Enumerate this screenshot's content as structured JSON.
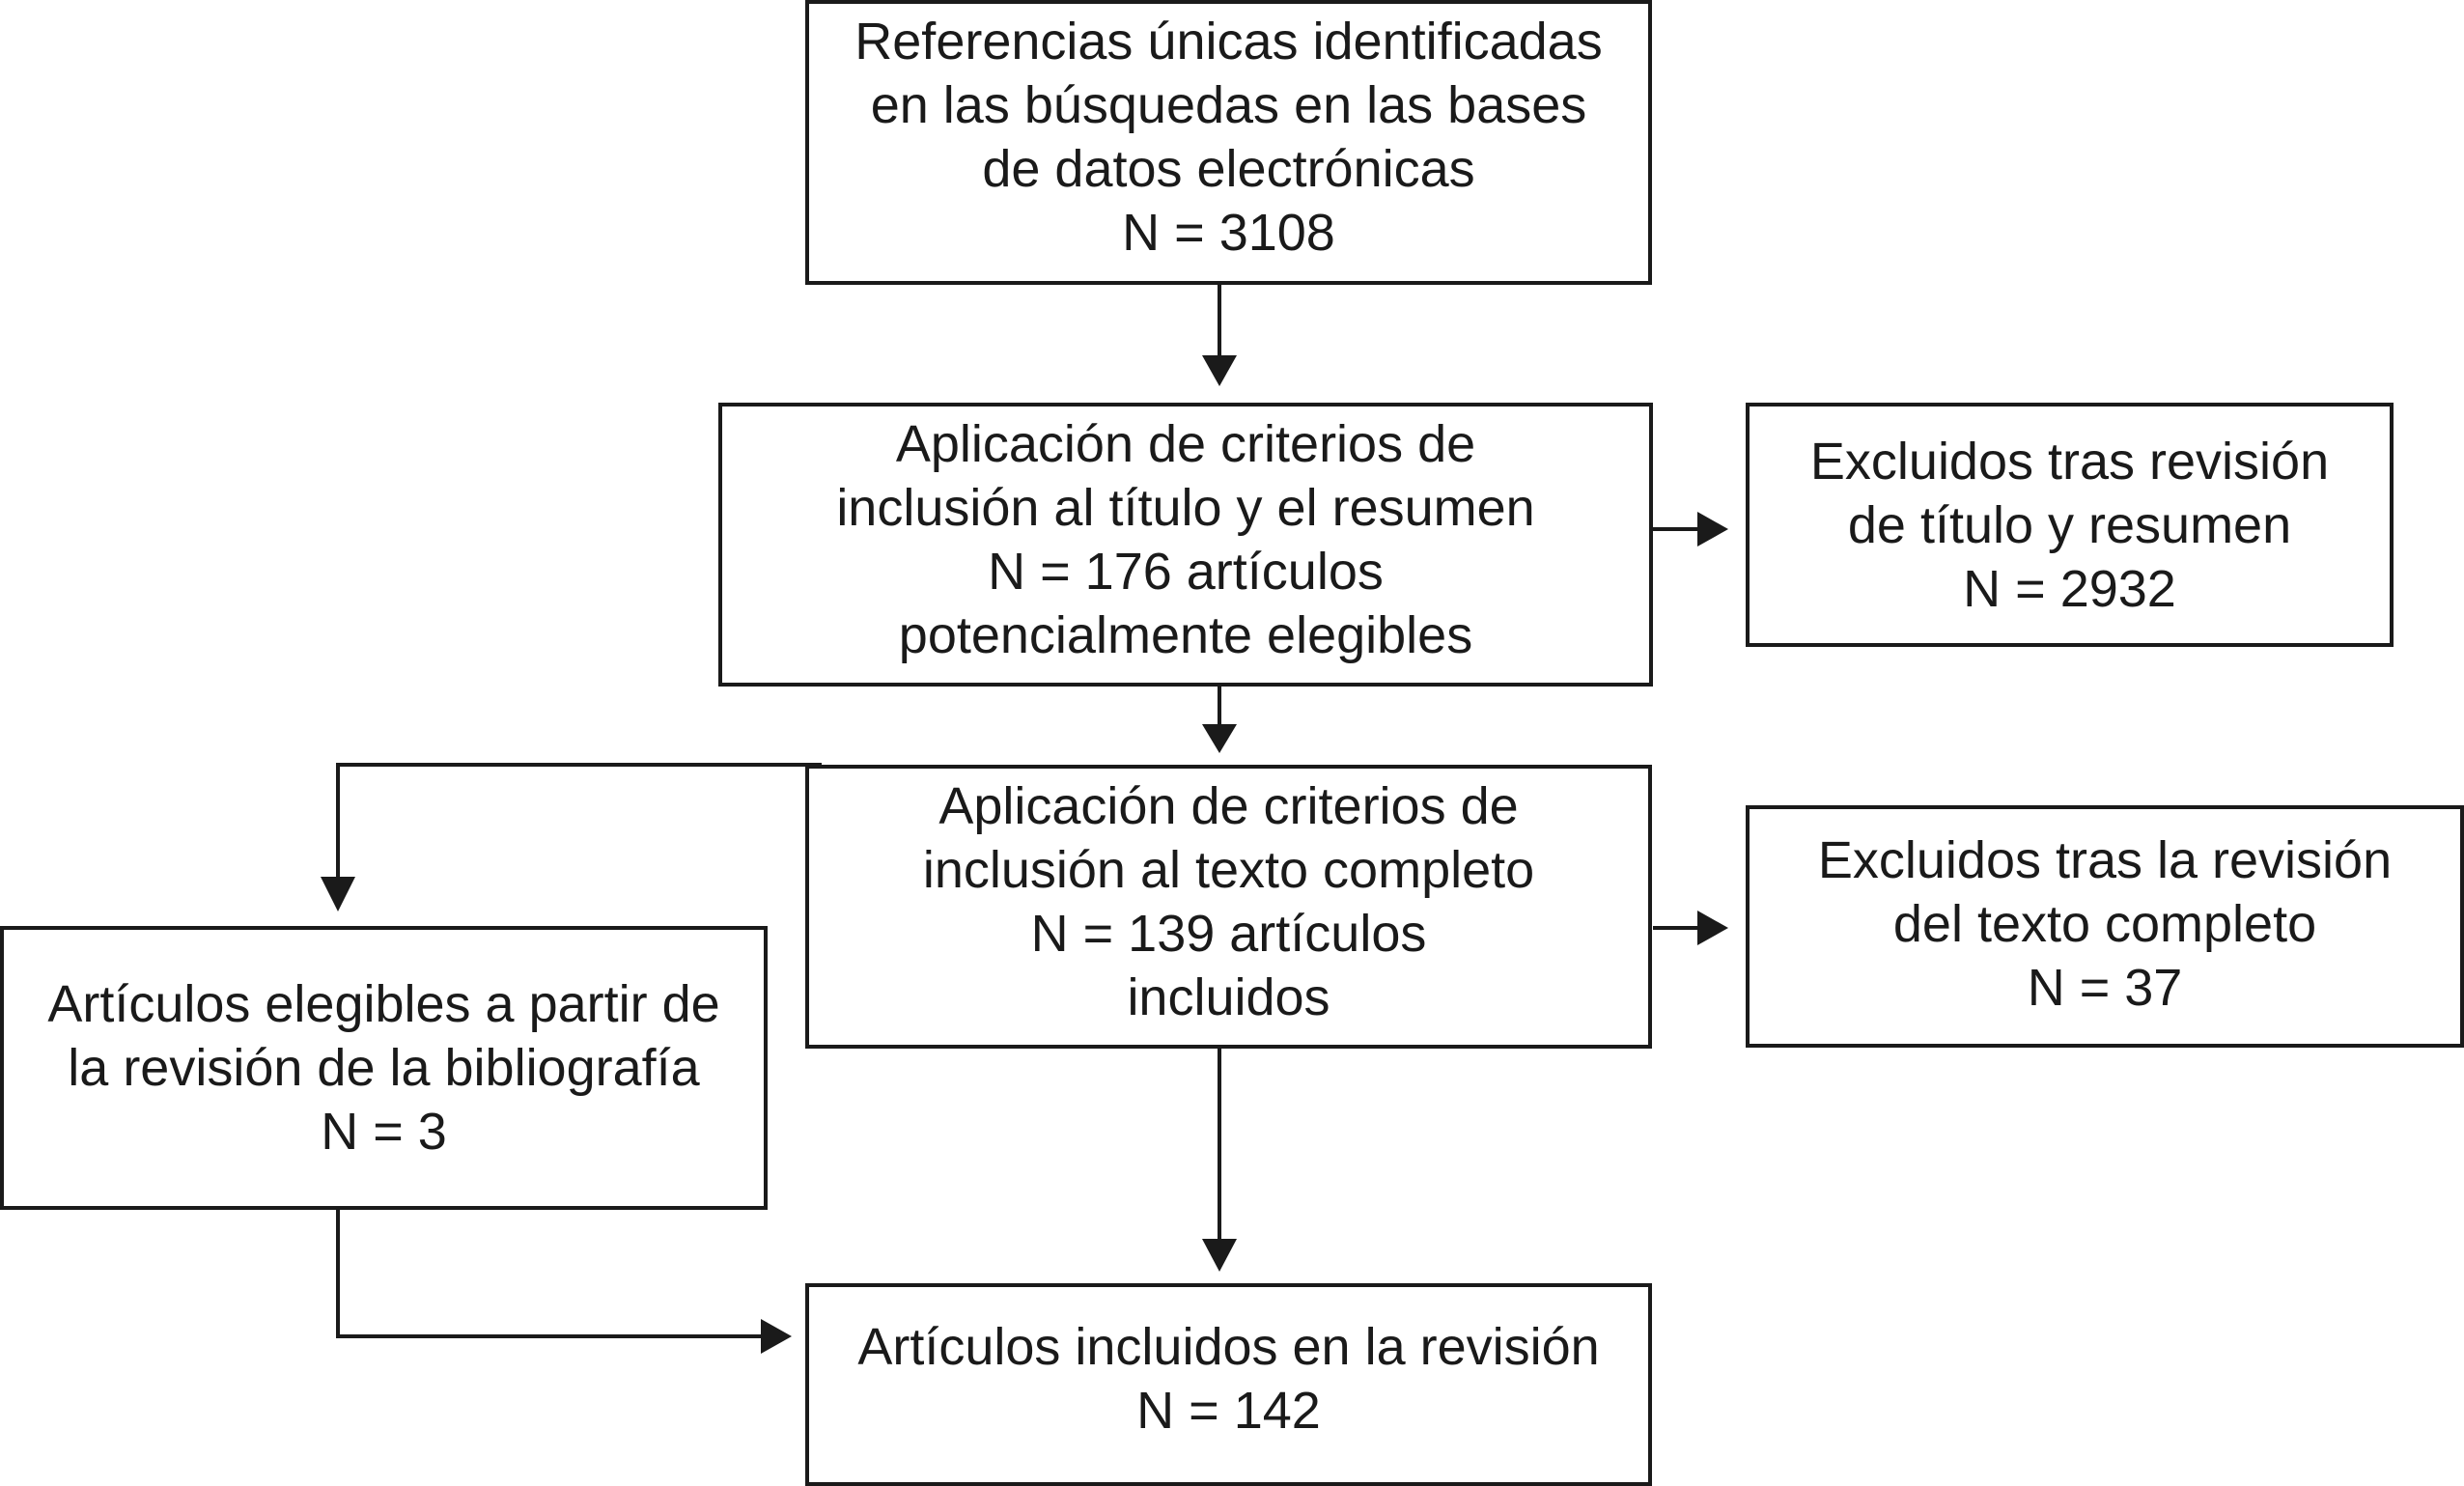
{
  "flowchart": {
    "referencias": {
      "lines": [
        "Referencias únicas identificadas",
        "en las búsquedas en las bases",
        "de datos electrónicas",
        "N = 3108"
      ]
    },
    "titulo_resumen": {
      "lines": [
        "Aplicación de criterios de",
        "inclusión al título y el resumen",
        "N = 176 artículos",
        "potencialmente elegibles"
      ]
    },
    "excluidos_titulo": {
      "lines": [
        "Excluidos tras revisión",
        "de título y resumen",
        "N = 2932"
      ]
    },
    "texto_completo": {
      "lines": [
        "Aplicación de criterios de",
        "inclusión al texto completo",
        "N = 139 artículos",
        "incluidos"
      ]
    },
    "excluidos_texto": {
      "lines": [
        "Excluidos tras la revisión",
        "del texto completo",
        "N = 37"
      ]
    },
    "bibliografia": {
      "lines": [
        "Artículos elegibles a partir de",
        "la revisión de la bibliografía",
        "N = 3"
      ]
    },
    "incluidos_revision": {
      "lines": [
        "Artículos incluidos en la revisión",
        "N = 142"
      ]
    },
    "line_color": "#1a1a1a"
  }
}
